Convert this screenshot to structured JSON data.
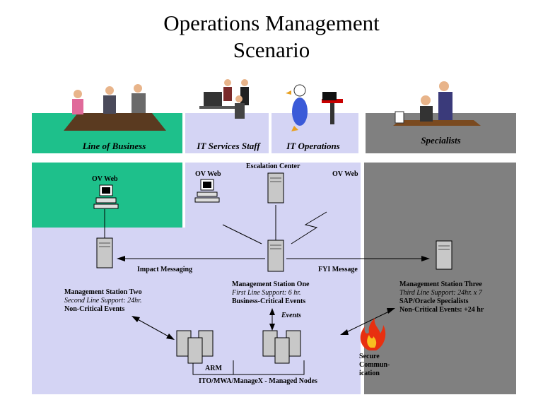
{
  "title": {
    "line1": "Operations Management",
    "line2": "Scenario"
  },
  "bands": {
    "line_of_business": "Line of Business",
    "it_services_staff": "IT Services Staff",
    "it_operations": "IT Operations",
    "specialists": "Specialists"
  },
  "labels": {
    "ov_web_left": "OV Web",
    "ov_web_center": "OV Web",
    "ov_web_right": "OV Web",
    "escalation_center": "Escalation Center",
    "impact_messaging": "Impact Messaging",
    "fyi_message": "FYI Message",
    "events": "Events",
    "arm": "ARM",
    "managed_nodes": "ITO/MWA/ManageX - Managed Nodes",
    "secure_comm_1": "Secure",
    "secure_comm_2": "Commun-",
    "secure_comm_3": "ication"
  },
  "stations": {
    "two": {
      "name": "Management Station Two",
      "support": "Second Line Support: 24hr.",
      "events": "Non-Critical Events"
    },
    "one": {
      "name": "Management Station One",
      "support": "First Line Support: 6 hr.",
      "events": "Business-Critical Events"
    },
    "three": {
      "name": "Management Station Three",
      "support": "Third Line Support: 24hr. x 7",
      "specialists": "SAP/Oracle Specialists",
      "events": "Non-Critical Events: +24 hr"
    }
  },
  "colors": {
    "green": "#1ec08b",
    "lavender": "#d4d4f4",
    "gray": "#808080",
    "server": "#c8c8c8"
  }
}
